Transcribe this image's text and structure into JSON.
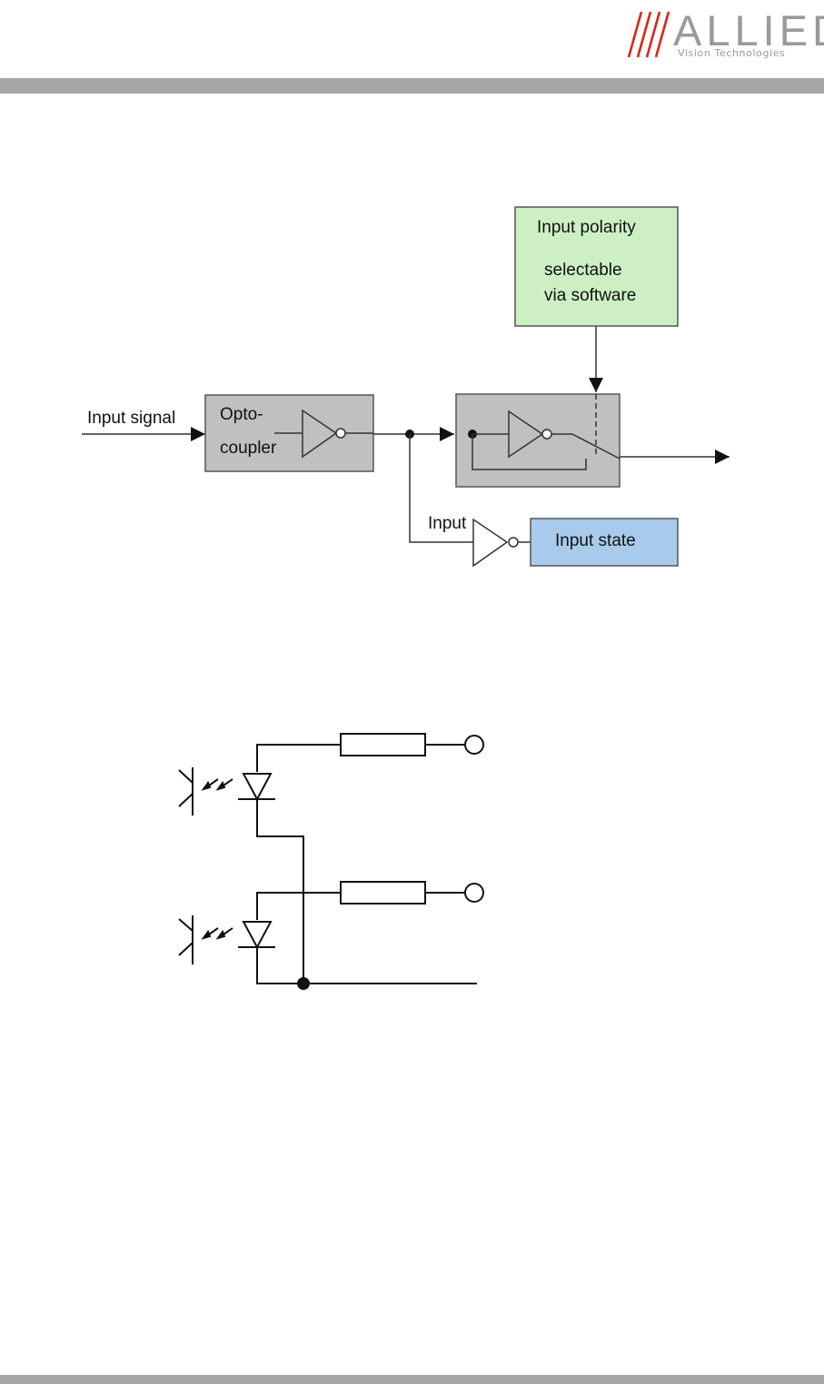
{
  "header": {
    "logo": {
      "name": "ALLIED",
      "tagline": "Vision Technologies"
    }
  },
  "block_diagram": {
    "input_label": "Input signal",
    "optocoupler": [
      "Opto-",
      "coupler"
    ],
    "polarity_box": [
      "Input polarity",
      "selectable",
      "via software"
    ],
    "branch_label": "Input",
    "state_box": "Input state",
    "colors": {
      "gray_block": "#c0c0c0",
      "polarity": "#ccf0c4",
      "state": "#a8cbec"
    }
  },
  "schematic": {
    "components": [
      "phototransistor",
      "led",
      "resistor",
      "terminal"
    ]
  }
}
